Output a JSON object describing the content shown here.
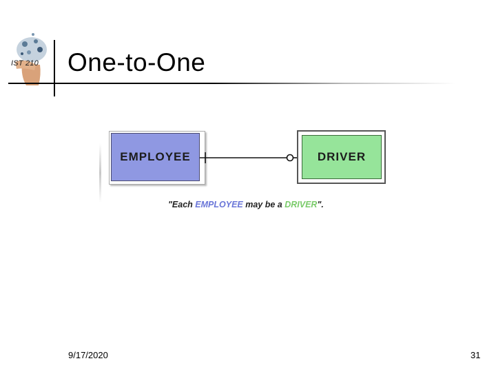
{
  "header": {
    "logo_text": "IST 210",
    "title": "One-to-One"
  },
  "diagram": {
    "entity_left": "EMPLOYEE",
    "entity_right": "DRIVER",
    "colors": {
      "employee": "#8f98e2",
      "driver": "#96e49a"
    },
    "caption": {
      "prefix": "\"Each ",
      "employee": "EMPLOYEE",
      "middle": " may be a ",
      "driver": "DRIVER",
      "suffix": "\"."
    }
  },
  "footer": {
    "date": "9/17/2020",
    "page_number": "31"
  }
}
